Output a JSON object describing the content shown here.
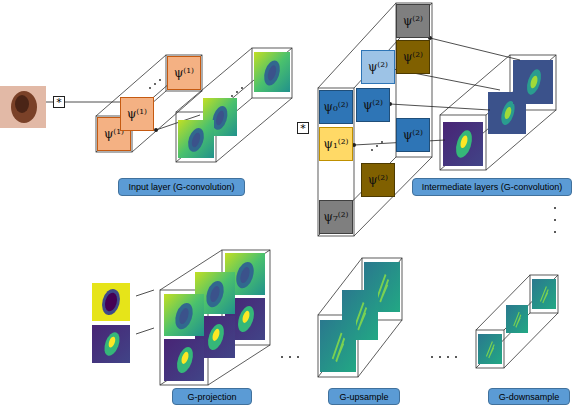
{
  "diagram": {
    "nodes": [
      {
        "text": [
          "*"
        ]
      },
      {
        "text": [
          "ψ⁽¹⁾"
        ]
      },
      {
        "text": [
          "ψ⁽¹⁾"
        ]
      },
      {
        "text": [
          "ψ⁽¹⁾"
        ]
      },
      {
        "text": [
          "Input layer (G-convolution)"
        ]
      },
      {
        "text": [
          "ψ⁽²⁾"
        ]
      },
      {
        "text": [
          "ψ⁽²⁾"
        ]
      },
      {
        "text": [
          "ψ⁽²⁾"
        ]
      },
      {
        "text": [
          "ψ⁽²⁾"
        ]
      },
      {
        "text": [
          "ψ₀⁽²⁾"
        ]
      },
      {
        "text": [
          "*"
        ]
      },
      {
        "text": [
          "ψ₁⁽²⁾"
        ]
      },
      {
        "text": [
          "ψ⁽²⁾"
        ]
      },
      {
        "text": [
          "ψ⁽²⁾"
        ]
      },
      {
        "text": [
          "ψ₇⁽²⁾"
        ]
      },
      {
        "text": [
          "Intermediate layers (G-convolution)"
        ]
      },
      {
        "text": [
          "G-projection"
        ]
      },
      {
        "text": [
          "G-upsample"
        ]
      },
      {
        "text": [
          "G-downsample"
        ]
      }
    ]
  }
}
